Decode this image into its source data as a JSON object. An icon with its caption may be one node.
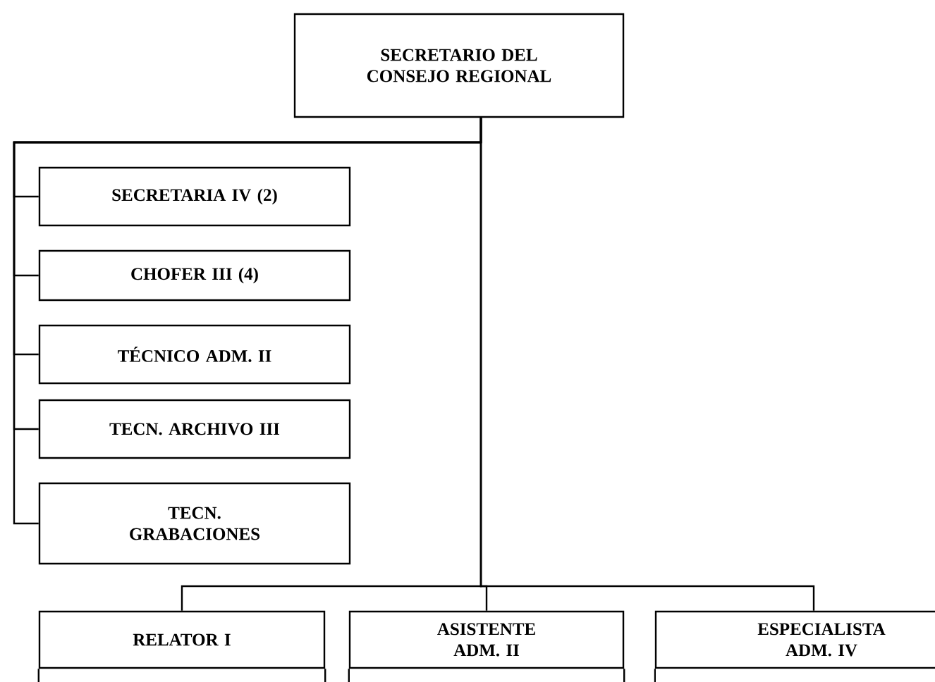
{
  "diagram": {
    "nodes": [
      {
        "text": [
          "SECRETARIO DEL CONSEJO REGIONAL"
        ]
      },
      {
        "text": [
          "SECRETARIA IV (2)"
        ]
      },
      {
        "text": [
          "CHOFER III (4)"
        ]
      },
      {
        "text": [
          "TÉCNICO ADM. II"
        ]
      },
      {
        "text": [
          "TECN. ARCHIVO III"
        ]
      },
      {
        "text": [
          "TECN. GRABACIONES"
        ]
      },
      {
        "text": [
          "RELATOR I"
        ]
      },
      {
        "text": [
          "ASISTENTE ADM. II"
        ]
      },
      {
        "text": [
          "ESPECIALISTA ADM. IV"
        ]
      }
    ],
    "edges": [
      {
        "from": 0,
        "to": 1,
        "arrow": "none"
      },
      {
        "from": 0,
        "to": 2,
        "arrow": "none"
      },
      {
        "from": 0,
        "to": 3,
        "arrow": "none"
      },
      {
        "from": 0,
        "to": 4,
        "arrow": "none"
      },
      {
        "from": 0,
        "to": 5,
        "arrow": "none"
      },
      {
        "from": 0,
        "to": 6,
        "arrow": "none"
      },
      {
        "from": 0,
        "to": 7,
        "arrow": "none"
      },
      {
        "from": 0,
        "to": 8,
        "arrow": "none"
      }
    ]
  }
}
